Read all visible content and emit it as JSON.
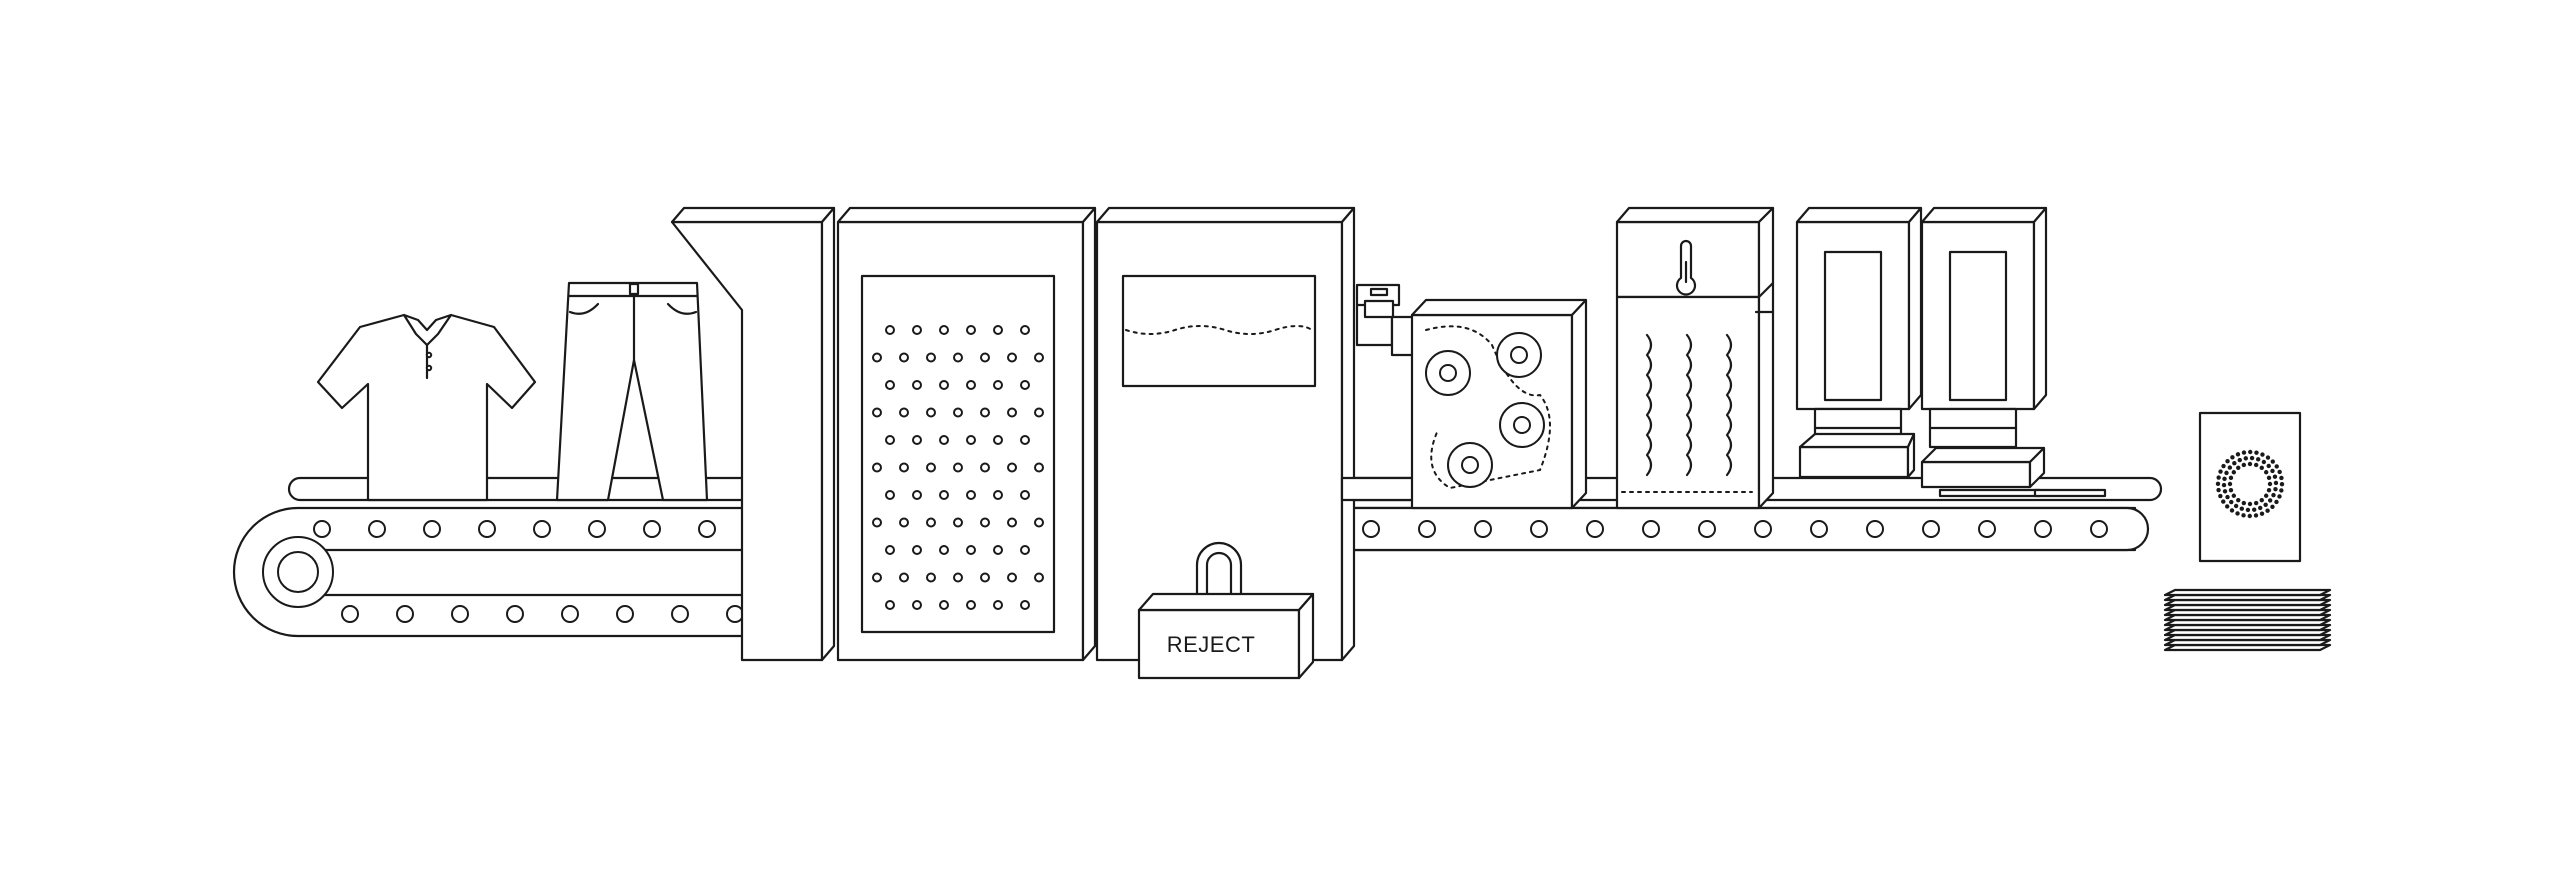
{
  "reject_box": {
    "label": "REJECT"
  },
  "colors": {
    "line": "#1a1a1a",
    "background": "#ffffff"
  },
  "input_items": [
    "polo-shirt-icon",
    "trousers-icon"
  ],
  "stations": [
    "sorting-hopper",
    "perforated-shredder",
    "liquid-tank",
    "roller-press",
    "heating-chamber",
    "press-unit-1",
    "press-unit-2"
  ],
  "output_items": [
    "fiber-sheet-icon",
    "sheet-stack-icon"
  ]
}
